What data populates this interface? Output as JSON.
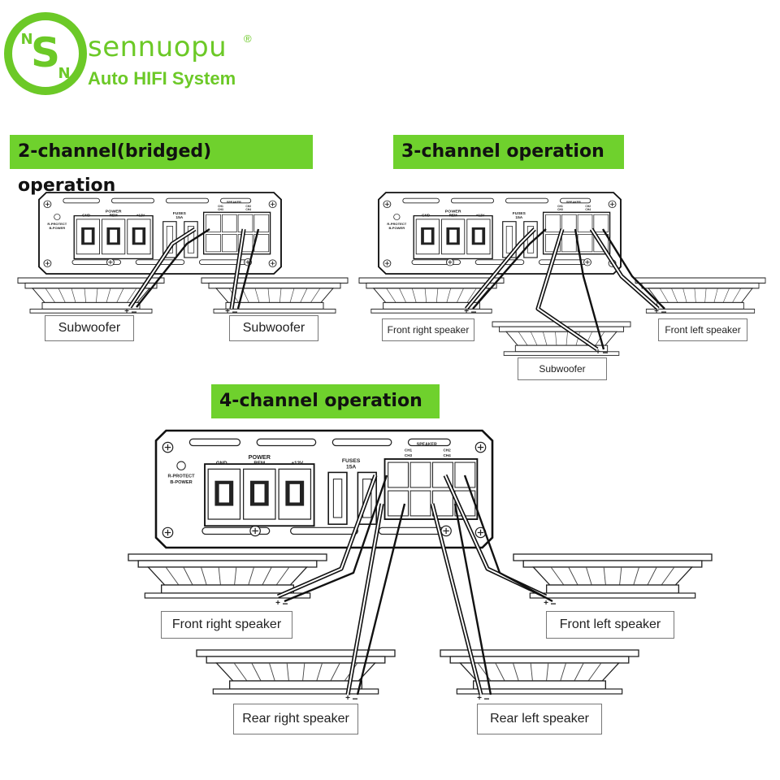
{
  "brand": {
    "name": "sennuopu",
    "registered": "®",
    "tagline": "Auto HIFI System",
    "accent": "#6cc927",
    "heading_bg": "#6fd12d"
  },
  "amp_labels": {
    "gnd": "GND",
    "power": "POWER",
    "rem": "REM",
    "plus12": "+12V",
    "fuses": "FUSES",
    "fuse_rating": "15A",
    "speaker": "SPEAKER",
    "protect": "R-PROTECT",
    "power_led": "B-POWER",
    "ch1": "CH1",
    "ch2": "CH2",
    "ch3": "CH3",
    "ch4": "CH4"
  },
  "sections": {
    "two_channel": {
      "title": "2-channel(bridged) operation",
      "speakers": [
        "Subwoofer",
        "Subwoofer"
      ]
    },
    "three_channel": {
      "title": "3-channel operation",
      "speakers": [
        "Front right speaker",
        "Front left speaker",
        "Subwoofer"
      ]
    },
    "four_channel": {
      "title": "4-channel operation",
      "speakers": [
        "Front right speaker",
        "Front left speaker",
        "Rear right speaker",
        "Rear left speaker"
      ]
    }
  },
  "polarity": {
    "plus": "+",
    "minus": "−"
  }
}
